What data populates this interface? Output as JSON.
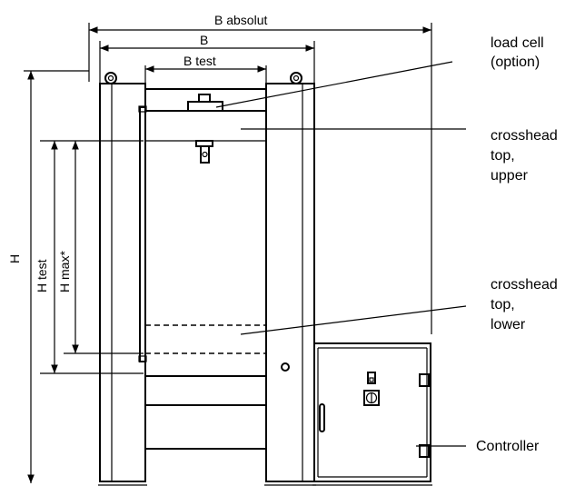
{
  "dimensions": {
    "b_absolut": "B  absolut",
    "b": "B",
    "b_test": "B  test",
    "h": "H",
    "h_test": "H  test",
    "h_max": "H  max*"
  },
  "callouts": {
    "load_cell": [
      "load cell",
      "(option)"
    ],
    "crosshead_upper": [
      "crosshead",
      "top,",
      "upper"
    ],
    "crosshead_lower": [
      "crosshead",
      "top,",
      "lower"
    ],
    "controller": "Controller"
  }
}
